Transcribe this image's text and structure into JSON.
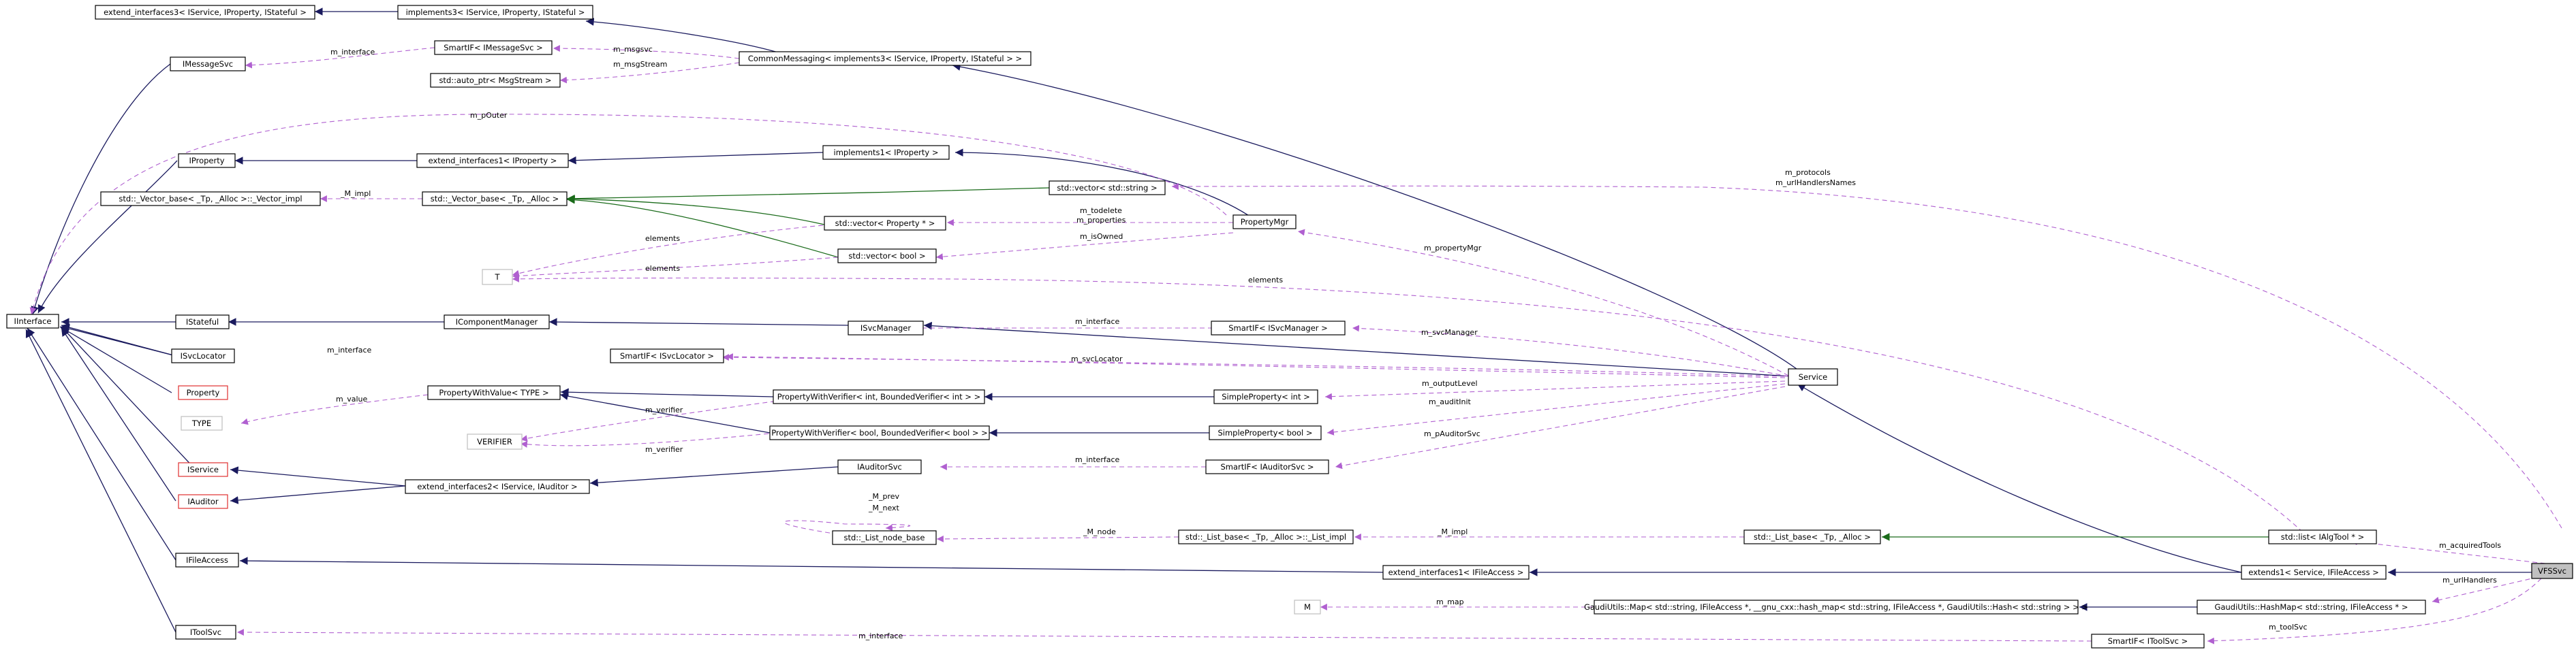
{
  "title": "VFSSvc collaboration graph",
  "nodes": [
    {
      "id": "extend_interfaces3",
      "label": "extend_interfaces3< IService, IProperty, IStateful >",
      "style": "normal"
    },
    {
      "id": "implements3",
      "label": "implements3< IService, IProperty, IStateful >",
      "style": "normal"
    },
    {
      "id": "IMessageSvc",
      "label": "IMessageSvc",
      "style": "normal"
    },
    {
      "id": "SmartIF_IMessageSvc",
      "label": "SmartIF< IMessageSvc >",
      "style": "normal"
    },
    {
      "id": "auto_ptr_MsgStream",
      "label": "std::auto_ptr< MsgStream >",
      "style": "normal"
    },
    {
      "id": "CommonMessaging",
      "label": "CommonMessaging< implements3< IService, IProperty, IStateful > >",
      "style": "normal"
    },
    {
      "id": "IProperty",
      "label": "IProperty",
      "style": "normal"
    },
    {
      "id": "extend_interfaces1_IProperty",
      "label": "extend_interfaces1< IProperty >",
      "style": "normal"
    },
    {
      "id": "implements1_IProperty",
      "label": "implements1< IProperty >",
      "style": "normal"
    },
    {
      "id": "Vector_impl",
      "label": "std::_Vector_base< _Tp, _Alloc >::_Vector_impl",
      "style": "normal"
    },
    {
      "id": "Vector_base",
      "label": "std::_Vector_base< _Tp, _Alloc >",
      "style": "normal"
    },
    {
      "id": "vector_string",
      "label": "std::vector< std::string >",
      "style": "normal"
    },
    {
      "id": "vector_Property",
      "label": "std::vector< Property * >",
      "style": "normal"
    },
    {
      "id": "PropertyMgr",
      "label": "PropertyMgr",
      "style": "normal"
    },
    {
      "id": "vector_bool",
      "label": "std::vector< bool >",
      "style": "normal"
    },
    {
      "id": "T",
      "label": "T",
      "style": "grey"
    },
    {
      "id": "IInterface",
      "label": "IInterface",
      "style": "normal"
    },
    {
      "id": "IStateful",
      "label": "IStateful",
      "style": "normal"
    },
    {
      "id": "IComponentManager",
      "label": "IComponentManager",
      "style": "normal"
    },
    {
      "id": "ISvcManager",
      "label": "ISvcManager",
      "style": "normal"
    },
    {
      "id": "SmartIF_ISvcManager",
      "label": "SmartIF< ISvcManager >",
      "style": "normal"
    },
    {
      "id": "Service",
      "label": "Service",
      "style": "normal"
    },
    {
      "id": "ISvcLocator",
      "label": "ISvcLocator",
      "style": "normal"
    },
    {
      "id": "SmartIF_ISvcLocator",
      "label": "SmartIF< ISvcLocator >",
      "style": "normal"
    },
    {
      "id": "Property",
      "label": "Property",
      "style": "red"
    },
    {
      "id": "PropertyWithValue",
      "label": "PropertyWithValue< TYPE >",
      "style": "normal"
    },
    {
      "id": "PWV_int",
      "label": "PropertyWithVerifier< int, BoundedVerifier< int > >",
      "style": "normal"
    },
    {
      "id": "SimpleProperty_int",
      "label": "SimpleProperty< int >",
      "style": "normal"
    },
    {
      "id": "TYPE",
      "label": "TYPE",
      "style": "grey"
    },
    {
      "id": "VERIFIER",
      "label": "VERIFIER",
      "style": "grey"
    },
    {
      "id": "PWV_bool",
      "label": "PropertyWithVerifier< bool, BoundedVerifier< bool > >",
      "style": "normal"
    },
    {
      "id": "SimpleProperty_bool",
      "label": "SimpleProperty< bool >",
      "style": "normal"
    },
    {
      "id": "IService",
      "label": "IService",
      "style": "red"
    },
    {
      "id": "extend_interfaces2",
      "label": "extend_interfaces2< IService, IAuditor >",
      "style": "normal"
    },
    {
      "id": "IAuditorSvc",
      "label": "IAuditorSvc",
      "style": "normal"
    },
    {
      "id": "SmartIF_IAuditorSvc",
      "label": "SmartIF< IAuditorSvc >",
      "style": "normal"
    },
    {
      "id": "IAuditor",
      "label": "IAuditor",
      "style": "red"
    },
    {
      "id": "List_node_base",
      "label": "std::_List_node_base",
      "style": "normal"
    },
    {
      "id": "List_impl",
      "label": "std::_List_base< _Tp, _Alloc >::_List_impl",
      "style": "normal"
    },
    {
      "id": "List_base",
      "label": "std::_List_base< _Tp, _Alloc >",
      "style": "normal"
    },
    {
      "id": "list_IAlgTool",
      "label": "std::list< IAlgTool * >",
      "style": "normal"
    },
    {
      "id": "IFileAccess",
      "label": "IFileAccess",
      "style": "normal"
    },
    {
      "id": "extend_interfaces1_IFileAccess",
      "label": "extend_interfaces1< IFileAccess >",
      "style": "normal"
    },
    {
      "id": "extends1",
      "label": "extends1< Service, IFileAccess >",
      "style": "normal"
    },
    {
      "id": "VFSSvc",
      "label": "VFSSvc",
      "style": "focus"
    },
    {
      "id": "M",
      "label": "M",
      "style": "grey"
    },
    {
      "id": "GaudiMap",
      "label": "GaudiUtils::Map< std::string, IFileAccess *, __gnu_cxx::hash_map< std::string, IFileAccess *, GaudiUtils::Hash< std::string > > >",
      "style": "normal"
    },
    {
      "id": "GaudiHashMap",
      "label": "GaudiUtils::HashMap< std::string, IFileAccess * >",
      "style": "normal"
    },
    {
      "id": "IToolSvc",
      "label": "IToolSvc",
      "style": "normal"
    },
    {
      "id": "SmartIF_IToolSvc",
      "label": "SmartIF< IToolSvc >",
      "style": "normal"
    }
  ],
  "edge_labels": {
    "m_interface": "m_interface",
    "m_msgsvc": "m_msgsvc",
    "m_msgStream": "m_msgStream",
    "m_pOuter": "m_pOuter",
    "m_impl": "_M_impl",
    "m_protocols": "m_protocols",
    "m_urlHandlersNames": "m_urlHandlersNames",
    "m_todelete": "m_todelete",
    "m_properties": "m_properties",
    "m_isOwned": "m_isOwned",
    "elements": "elements",
    "m_propertyMgr": "m_propertyMgr",
    "m_svcManager": "m_svcManager",
    "m_svcLocator": "m_svcLocator",
    "m_value": "m_value",
    "m_verifier": "m_verifier",
    "m_outputLevel": "m_outputLevel",
    "m_auditInit": "m_auditInit",
    "m_pAuditorSvc": "m_pAuditorSvc",
    "M_prev": "_M_prev",
    "M_next": "_M_next",
    "M_node": "_M_node",
    "m_acquiredTools": "m_acquiredTools",
    "m_urlHandlers": "m_urlHandlers",
    "m_map": "m_map",
    "m_toolSvc": "m_toolSvc"
  }
}
